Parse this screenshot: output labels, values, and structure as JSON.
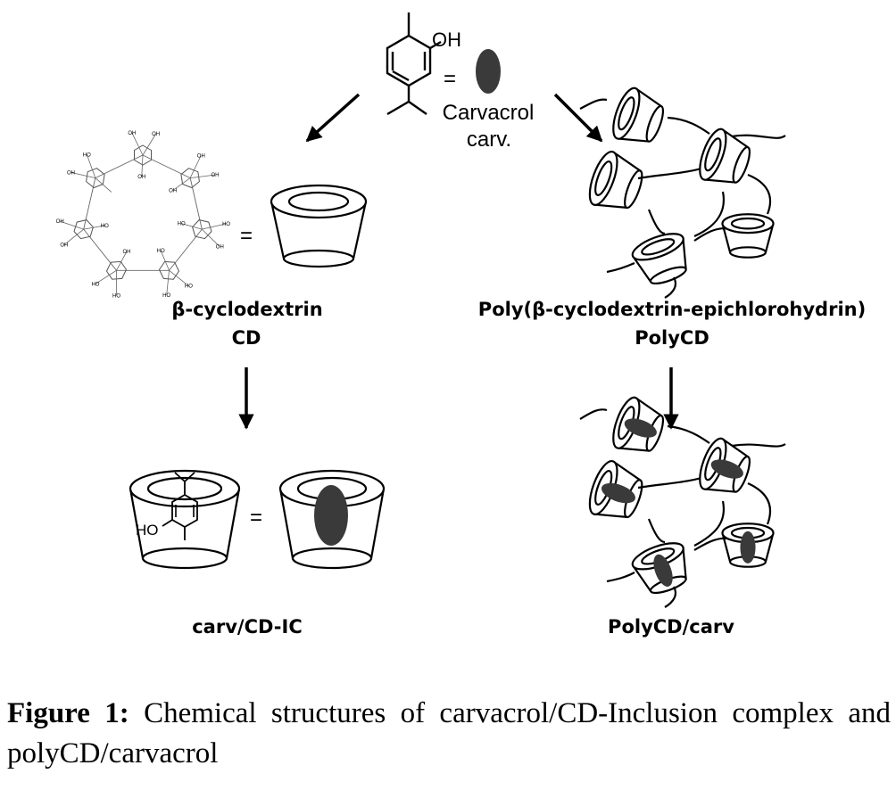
{
  "carvacrol": {
    "oh_label": "OH",
    "equals": "=",
    "name": "Carvacrol",
    "abbr": "carv."
  },
  "cd": {
    "equals": "=",
    "name": "β-cyclodextrin",
    "abbr": "CD",
    "ring_hydroxyls": [
      "OH",
      "OH",
      "OH",
      "OH",
      "OH",
      "OH",
      "OH",
      "HO",
      "HO",
      "HO",
      "HO",
      "HO",
      "HO",
      "HO",
      "OH",
      "OH",
      "OH",
      "HO",
      "HO",
      "OH"
    ]
  },
  "polycd": {
    "name": "Poly(β-cyclodextrin-epichlorohydrin)",
    "abbr": "PolyCD"
  },
  "inclusion_complex": {
    "ho_label": "HO",
    "equals": "=",
    "name": "carv/CD-IC"
  },
  "polycd_carv": {
    "name": "PolyCD/carv"
  },
  "caption": {
    "prefix": "Figure 1:",
    "text": " Chemical structures of carvacrol/CD-Inclusion complex and polyCD/carvacrol"
  }
}
